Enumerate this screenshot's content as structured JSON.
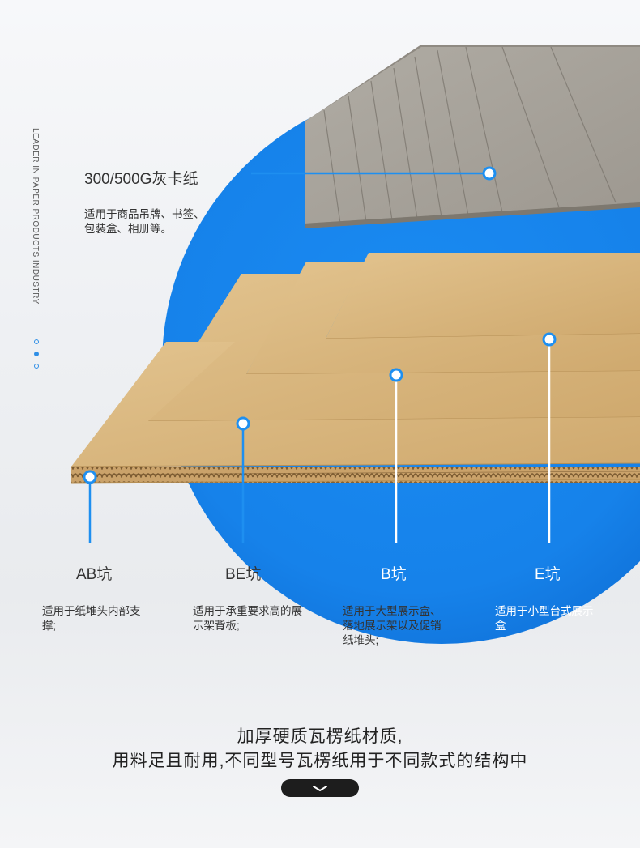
{
  "side_label": "LEADER IN PAPER PRODUCTS INDUSTRY",
  "pagination": {
    "count": 3,
    "active_index": 1
  },
  "gray_card": {
    "title": "300/500G灰卡纸",
    "desc": "适用于商品吊牌、书签、包装盒、相册等。"
  },
  "flutes": [
    {
      "label": "AB坑",
      "desc": "适用于纸堆头内部支撑;"
    },
    {
      "label": "BE坑",
      "desc": "适用于承重要求高的展示架背板;"
    },
    {
      "label": "B坑",
      "desc": "适用于大型展示盒、落地展示架以及促销纸堆头;"
    },
    {
      "label": "E坑",
      "desc": "适用于小型台式展示盒"
    }
  ],
  "headline": {
    "line1": "加厚硬质瓦楞纸材质,",
    "line2": "用料足且耐用,不同型号瓦楞纸用于不同款式的结构中"
  },
  "colors": {
    "accent_blue": "#1e8ff0",
    "kraft": "#d5b27a",
    "graycard": "#a7a39c",
    "text_dark": "#333333",
    "text_white": "#ffffff"
  },
  "icons": {
    "scroll_button": "chevron-down-icon"
  }
}
